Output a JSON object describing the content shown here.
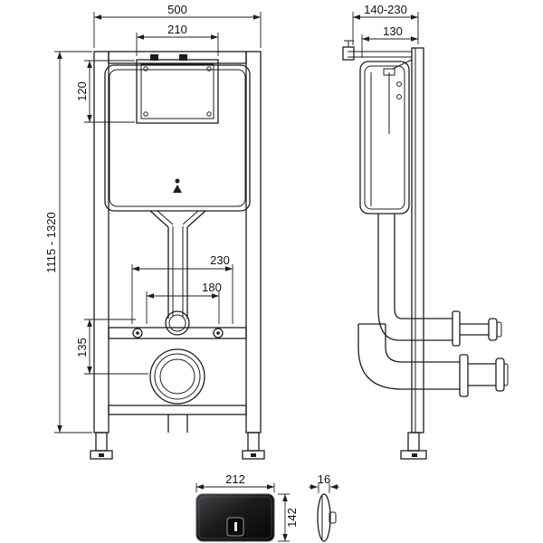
{
  "drawing": {
    "dimensions": {
      "overall_width": "500",
      "tank_window_width": "210",
      "tank_window_height": "120",
      "frame_height_range": "1115 - 1320",
      "fixing_spacing_outer": "230",
      "fixing_spacing_inner": "180",
      "outlet_offset": "135",
      "mounting_depth_range": "140-230",
      "frame_depth": "130",
      "plate_width": "212",
      "plate_height": "142",
      "plate_depth": "16"
    }
  }
}
